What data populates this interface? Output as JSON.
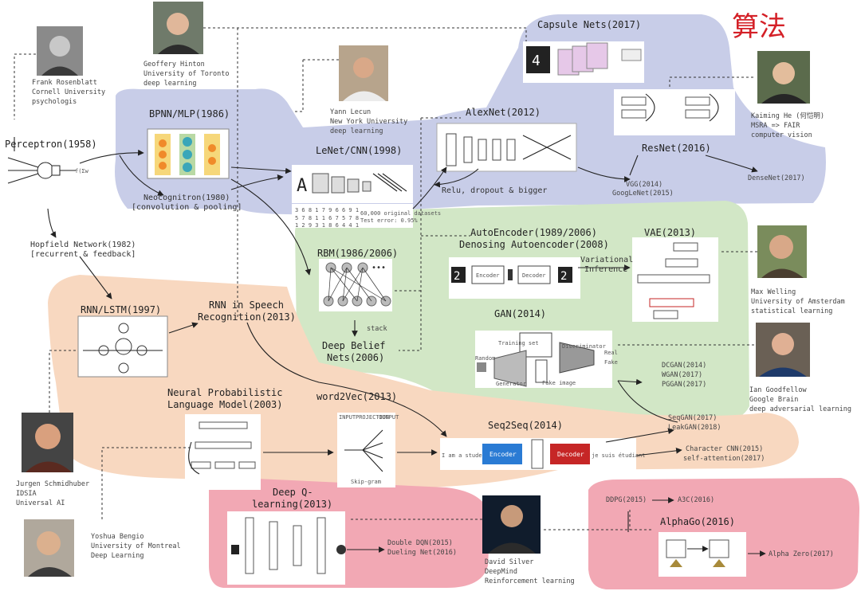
{
  "header": {
    "title": "算法"
  },
  "people": {
    "rosenblatt": {
      "name": "Frank Rosenblatt",
      "affil": "Cornell University",
      "field": "psychologis"
    },
    "hinton": {
      "name": "Geoffery Hinton",
      "affil": "University of Toronto",
      "field": "deep learning"
    },
    "lecun": {
      "name": "Yann Lecun",
      "affil": "New York University",
      "field": "deep learning"
    },
    "he": {
      "name": "Kaiming He (何恺明)",
      "affil": "MSRA => FAIR",
      "field": "computer vision"
    },
    "welling": {
      "name": "Max Welling",
      "affil": "University of Amsterdam",
      "field": "statistical learning"
    },
    "goodfellow": {
      "name": "Ian Goodfellow",
      "affil": "Google Brain",
      "field": "deep adversarial learning"
    },
    "schmidhuber": {
      "name": "Jurgen Schmidhuber",
      "affil": "IDSIA",
      "field": "Universal AI"
    },
    "bengio": {
      "name": "Yoshua Bengio",
      "affil": "University of Montreal",
      "field": "Deep Learning"
    },
    "silver": {
      "name": "David Silver",
      "affil": "DeepMind",
      "field": "Reinforcement learning"
    }
  },
  "nodes": {
    "perceptron": "Perceptron(1958)",
    "bpnn": "BPNN/MLP(1986)",
    "neocognitron": "Neocognitron(1980)",
    "neocognitron_note": "[convolution & pooling]",
    "lenet": "LeNet/CNN(1998)",
    "lenet_dataset": "60,000 original datasets",
    "lenet_error": "Test error: 0.95%",
    "alexnet": "AlexNet(2012)",
    "alexnet_note": "Relu, dropout & bigger",
    "capsule": "Capsule Nets(2017)",
    "resnet": "ResNet(2016)",
    "vgg": "VGG(2014)",
    "googlenet": "GoogLeNet(2015)",
    "densenet": "DenseNet(2017)",
    "hopfield": "Hopfield Network(1982)",
    "hopfield_note": "[recurrent & feedback]",
    "rbm": "RBM(1986/2006)",
    "stack": "stack",
    "dbn1": "Deep Belief",
    "dbn2": "Nets(2006)",
    "autoencoder": "AutoEncoder(1989/2006)",
    "denoising": "Denosing Autoencoder(2008)",
    "encoder": "Encoder",
    "decoder": "Decoder",
    "variational1": "Variational",
    "variational2": "Inference",
    "vae": "VAE(2013)",
    "gan": "GAN(2014)",
    "gan_training": "Training set",
    "gan_random": "Random noise",
    "gan_generator": "Generator",
    "gan_fake": "Fake image",
    "gan_discriminator": "Discriminator",
    "gan_real": "Real",
    "gan_fake_out": "Fake",
    "dcgan": "DCGAN(2014)",
    "wgan": "WGAN(2017)",
    "pggan": "PGGAN(2017)",
    "rnn_lstm": "RNN/LSTM(1997)",
    "rnn_speech1": "RNN in Speech",
    "rnn_speech2": "Recognition(2013)",
    "nplm1": "Neural Probabilistic",
    "nplm2": "Language Model(2003)",
    "word2vec": "word2Vec(2013)",
    "w2v_input": "INPUT",
    "w2v_projection": "PROJECTION",
    "w2v_output": "OUTPUT",
    "skipgram": "Skip-gram",
    "seq2seq": "Seq2Seq(2014)",
    "s2s_in": "I am a student",
    "s2s_encoder": "Encoder",
    "s2s_decoder": "Decoder",
    "s2s_out": "je suis étudiant",
    "seqgan": "SeqGAN(2017)",
    "leakgan": "LeakGAN(2018)",
    "charcnn": "Character CNN(2015)",
    "selfattn": "self-attention(2017)",
    "dqn1": "Deep Q-",
    "dqn2": "learning(2013)",
    "doubledqn": "Double DQN(2015)",
    "dueling": "Dueling Net(2016)",
    "ddpg": "DDPG(2015)",
    "a3c": "A3C(2016)",
    "alphago": "AlphaGo(2016)",
    "alphazero": "Alpha Zero(2017)"
  },
  "colors": {
    "blue_region": "#c8cde8",
    "green_region": "#d2e7c6",
    "peach_region": "#f8d8c0",
    "pink_region": "#f2a8b4",
    "title_red": "#d42027",
    "encoder_blue": "#2a7bd4",
    "decoder_red": "#c62626"
  }
}
